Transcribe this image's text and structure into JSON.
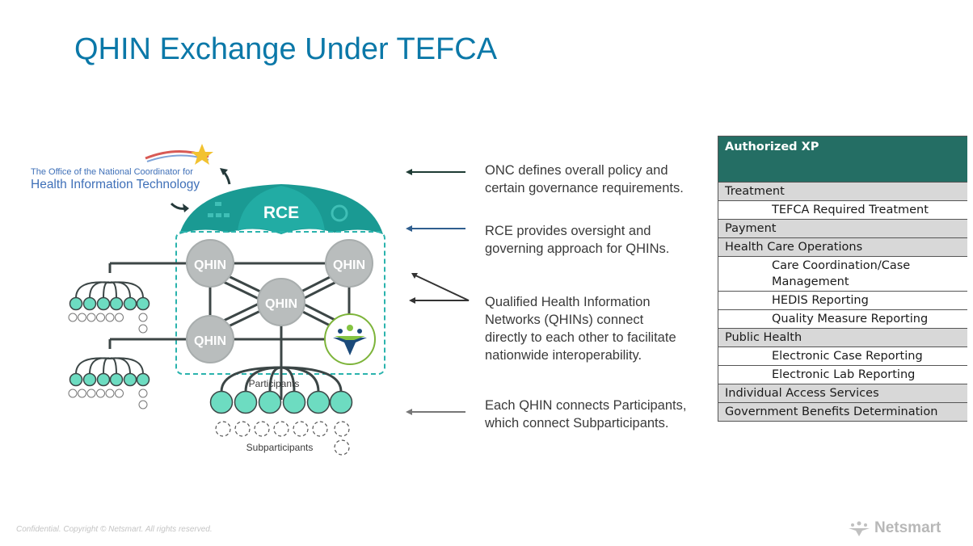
{
  "slide": {
    "title": "QHIN Exchange Under TEFCA",
    "footer": "Confidential.  Copyright © Netsmart. All rights reserved.",
    "brand": "Netsmart"
  },
  "diagram": {
    "onc_logo_line1": "The Office of the National Coordinator for",
    "onc_logo_line2": "Health Information Technology",
    "rce_label": "RCE",
    "qhin_label": "QHIN",
    "participants_label": "Participants",
    "subparticipants_label": "Subparticipants",
    "colors": {
      "teal": "#1fa39b",
      "participant": "#6ddcc1",
      "qhin_gray": "#b9bdbd",
      "title_blue": "#0b78a8",
      "table_header": "#246e64"
    }
  },
  "descriptions": [
    {
      "text_line1": "ONC defines overall policy and",
      "text_line2": "certain governance requirements."
    },
    {
      "text_line1": "RCE provides oversight and",
      "text_line2": "governing approach for QHINs."
    },
    {
      "text_line1": "Qualified Health Information",
      "text_line2": "Networks (QHINs) connect",
      "text_line3": "directly to each other to facilitate",
      "text_line4": "nationwide interoperability."
    },
    {
      "text_line1": "Each QHIN connects Participants,",
      "text_line2": "which connect Subparticipants."
    }
  ],
  "xp_table": {
    "header": "Authorized XP",
    "rows": [
      {
        "label": "Treatment",
        "type": "category"
      },
      {
        "label": "TEFCA Required Treatment",
        "type": "sub"
      },
      {
        "label": "Payment",
        "type": "category"
      },
      {
        "label": "Health Care Operations",
        "type": "category"
      },
      {
        "label": "Care Coordination/Case Management",
        "type": "sub"
      },
      {
        "label": "HEDIS Reporting",
        "type": "sub"
      },
      {
        "label": "Quality Measure Reporting",
        "type": "sub"
      },
      {
        "label": "Public Health",
        "type": "category"
      },
      {
        "label": "Electronic Case Reporting",
        "type": "sub"
      },
      {
        "label": "Electronic Lab Reporting",
        "type": "sub"
      },
      {
        "label": "Individual Access Services",
        "type": "category"
      },
      {
        "label": "Government Benefits Determination",
        "type": "category"
      }
    ]
  }
}
